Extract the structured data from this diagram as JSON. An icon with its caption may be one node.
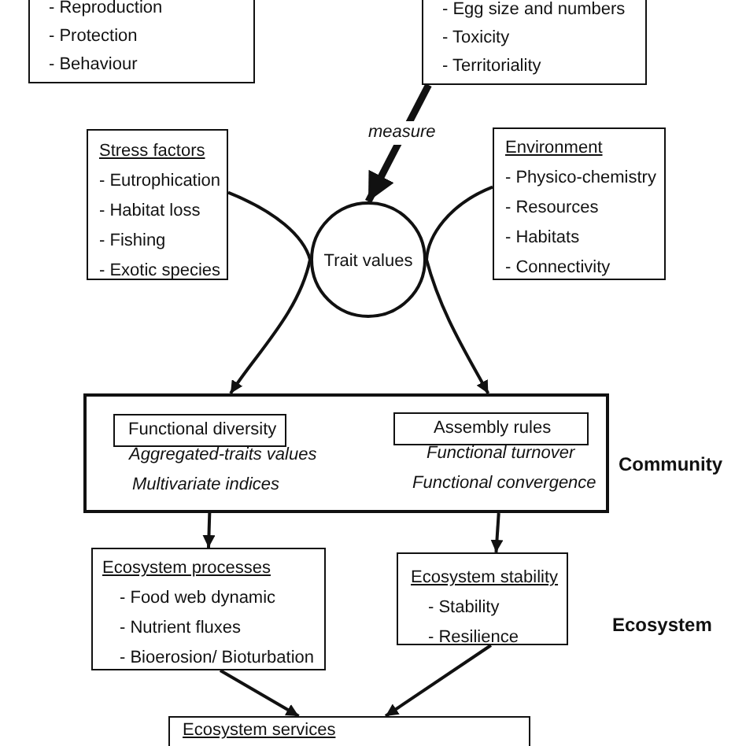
{
  "diagram": {
    "nodes": [
      {
        "text": [
          "- Reproduction",
          "- Protection",
          "- Behaviour"
        ]
      },
      {
        "text": [
          "- Egg size and numbers",
          "- Toxicity",
          "- Territoriality"
        ]
      },
      {
        "text": [
          "Stress factors",
          "- Eutrophication",
          "- Habitat loss",
          "- Fishing",
          "- Exotic species"
        ]
      },
      {
        "text": [
          "Trait values"
        ]
      },
      {
        "text": [
          "Environment",
          "- Physico-chemistry",
          "- Resources",
          "- Habitats",
          "- Connectivity"
        ]
      },
      {
        "text": [
          "Aggregated-traits values",
          "Multivariate indices",
          "Functional turnover",
          "Functional convergence"
        ]
      },
      {
        "text": [
          "Functional diversity"
        ],
        "in": 5
      },
      {
        "text": [
          "Assembly rules"
        ],
        "in": 5
      },
      {
        "text": [
          "Ecosystem processes",
          "- Food web dynamic",
          "- Nutrient fluxes",
          "- Bioerosion/ Bioturbation"
        ]
      },
      {
        "text": [
          "Ecosystem stability",
          "- Stability",
          "- Resilience"
        ]
      },
      {
        "text": [
          "Ecosystem services"
        ]
      }
    ],
    "edges": [
      {
        "from": 1,
        "to": 3,
        "arrow": "to",
        "label": "measure",
        "style": "thick"
      },
      {
        "from": 2,
        "to": 3,
        "arrow": "none"
      },
      {
        "from": 4,
        "to": 3,
        "arrow": "none"
      },
      {
        "from": 3,
        "to": 5,
        "arrow": "to"
      },
      {
        "from": 3,
        "to": 5,
        "arrow": "to"
      },
      {
        "from": 5,
        "to": 8,
        "arrow": "to"
      },
      {
        "from": 5,
        "to": 9,
        "arrow": "to"
      },
      {
        "from": 8,
        "to": 10,
        "arrow": "to"
      },
      {
        "from": 9,
        "to": 10,
        "arrow": "to"
      }
    ],
    "labels": [
      "Community",
      "Ecosystem"
    ]
  }
}
